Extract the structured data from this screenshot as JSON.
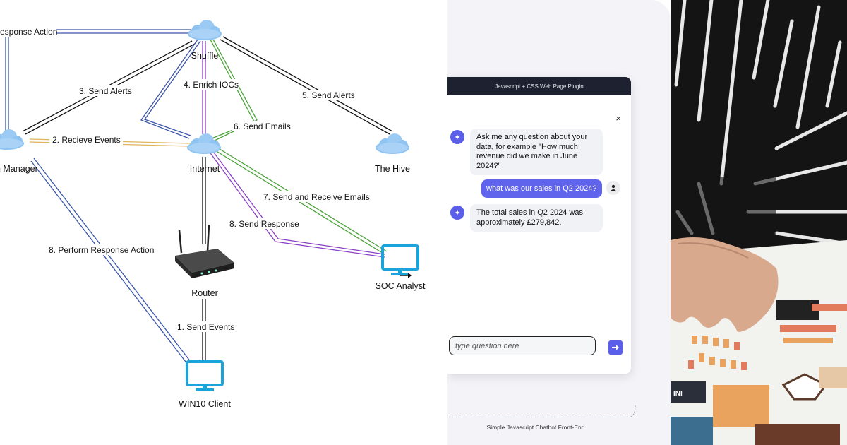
{
  "diagram": {
    "nodes": {
      "shuffle": "Shuffle",
      "internet": "Internet",
      "the_hive": "The Hive",
      "manager": "n Manager",
      "router": "Router",
      "soc": "SOC Analyst",
      "win10": "WIN10 Client"
    },
    "edges": {
      "response_action": "esponse Action",
      "send_alerts_3": "3. Send Alerts",
      "enrich": "4. Enrich IOCs",
      "send_alerts_5": "5. Send Alerts",
      "send_emails": "6. Send Emails",
      "receive_events": "2. Recieve Events",
      "send_receive_emails": "7. Send and Receive Emails",
      "send_response": "8. Send Response",
      "perform_response": "8. Perform Response Action",
      "send_events": "1. Send Events"
    },
    "colors": {
      "blue": "#3a55a8",
      "purple": "#8a3fc4",
      "green": "#4aa238",
      "orange": "#e0b45a",
      "cloud": "#8ec3f2",
      "monitor": "#1ba3dc"
    }
  },
  "chat": {
    "header": "Javascript + CSS Web Page Plugin",
    "close": "×",
    "messages": {
      "bot_1_line1": "Ask me any question about your",
      "bot_1_line2": "data, for example \"How much",
      "bot_1_line3": "revenue did we make in June",
      "bot_1_line4": "2024?\"",
      "user_1": "what was our sales in Q2 2024?",
      "bot_2_line1": "The total sales in Q2 2024 was",
      "bot_2_line2": "approximately £279,842."
    },
    "input_placeholder": "type question here",
    "footer": "Simple Javascript Chatbot Front-End",
    "accent": "#5a5ee8"
  },
  "photo": {
    "caption_fragments": {
      "card_a": "INI"
    }
  }
}
